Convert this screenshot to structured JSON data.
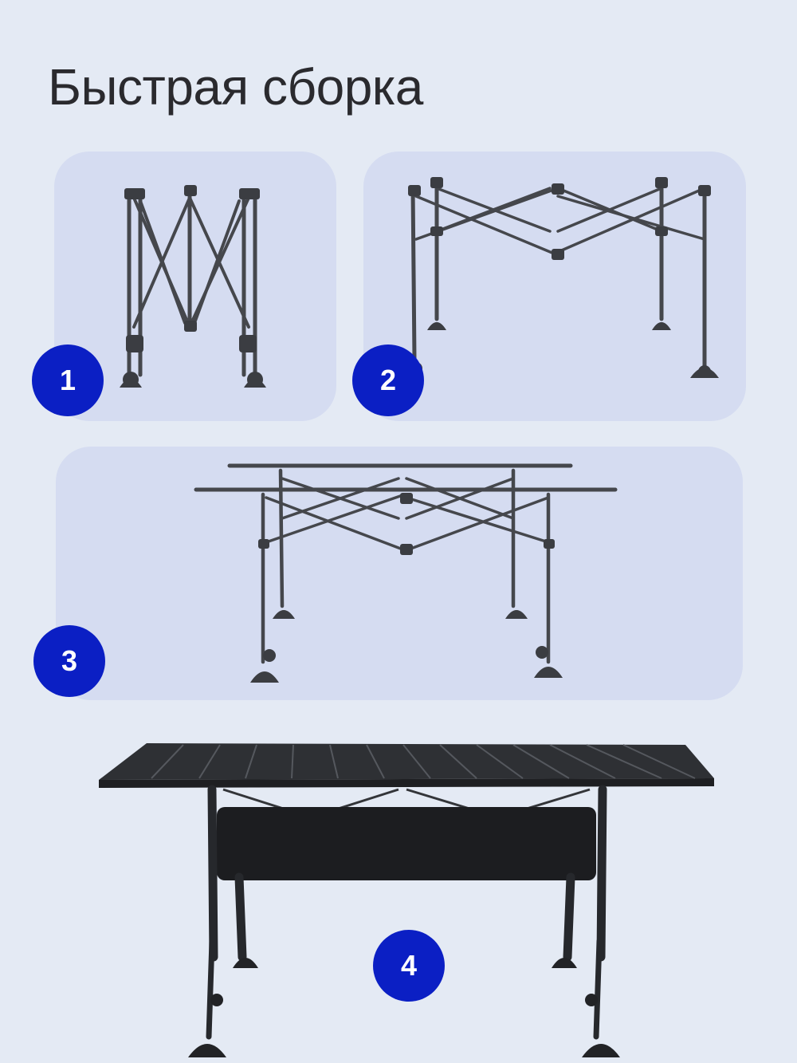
{
  "header": {
    "title": "Быстрая сборка"
  },
  "steps": [
    {
      "number": "1",
      "image": "folded-frame"
    },
    {
      "number": "2",
      "image": "unfolded-frame"
    },
    {
      "number": "3",
      "image": "frame-with-rails"
    },
    {
      "number": "4",
      "image": "assembled-table"
    }
  ],
  "colors": {
    "background": "#e4eaf4",
    "panel": "#d5dcf1",
    "badge": "#0b1fc4",
    "badge_text": "#ffffff",
    "title": "#2a2a2e",
    "frame": "#3b3d42"
  }
}
